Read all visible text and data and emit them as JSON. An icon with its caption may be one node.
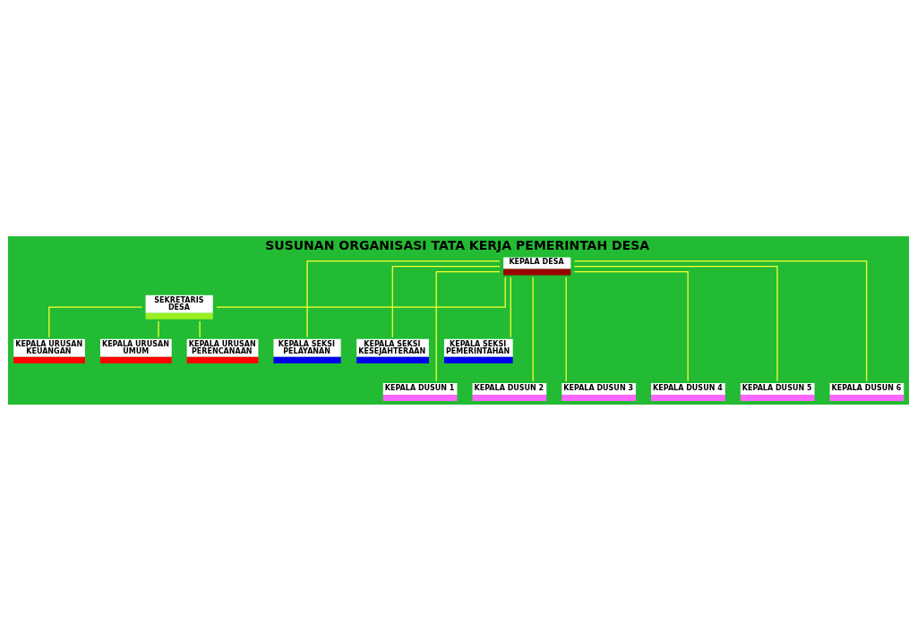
{
  "diagram": {
    "title": "SUSUNAN ORGANISASI TATA KERJA PEMERINTAH DESA",
    "nodes": [
      {
        "text": [
          "KEPALA DESA"
        ]
      },
      {
        "text": [
          "SEKRETARIS DESA"
        ]
      },
      {
        "text": [
          "KEPALA URUSAN KEUANGAN"
        ]
      },
      {
        "text": [
          "KEPALA URUSAN UMUM"
        ]
      },
      {
        "text": [
          "KEPALA URUSAN PERENCANAAN"
        ]
      },
      {
        "text": [
          "KEPALA SEKSI PELAYANAN"
        ]
      },
      {
        "text": [
          "KEPALA SEKSI KESEJAHTERAAN"
        ]
      },
      {
        "text": [
          "KEPALA SEKSI PEMERINTAHAN"
        ]
      },
      {
        "text": [
          "KEPALA DUSUN 1"
        ]
      },
      {
        "text": [
          "KEPALA DUSUN 2"
        ]
      },
      {
        "text": [
          "KEPALA DUSUN 3"
        ]
      },
      {
        "text": [
          "KEPALA DUSUN 4"
        ]
      },
      {
        "text": [
          "KEPALA DUSUN 5"
        ]
      },
      {
        "text": [
          "KEPALA DUSUN 6"
        ]
      }
    ],
    "edges": [
      {
        "from": 0,
        "to": 1,
        "arrow": "none"
      },
      {
        "from": 1,
        "to": 2,
        "arrow": "none"
      },
      {
        "from": 1,
        "to": 3,
        "arrow": "none"
      },
      {
        "from": 1,
        "to": 4,
        "arrow": "none"
      },
      {
        "from": 0,
        "to": 5,
        "arrow": "none"
      },
      {
        "from": 0,
        "to": 6,
        "arrow": "none"
      },
      {
        "from": 0,
        "to": 7,
        "arrow": "none"
      },
      {
        "from": 0,
        "to": 8,
        "arrow": "none"
      },
      {
        "from": 0,
        "to": 9,
        "arrow": "none"
      },
      {
        "from": 0,
        "to": 10,
        "arrow": "none"
      },
      {
        "from": 0,
        "to": 11,
        "arrow": "none"
      },
      {
        "from": 0,
        "to": 12,
        "arrow": "none"
      },
      {
        "from": 0,
        "to": 13,
        "arrow": "none"
      }
    ]
  }
}
